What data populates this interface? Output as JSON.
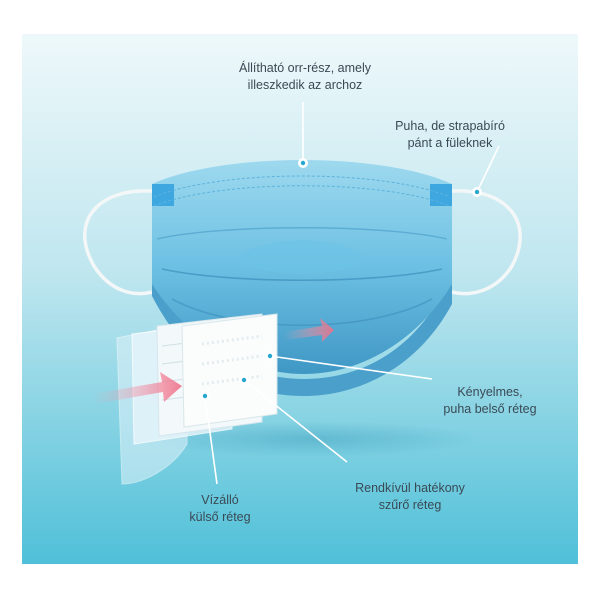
{
  "labels": {
    "nose": {
      "line1": "Állítható orr-rész, amely",
      "line2": "illeszkedik az archoz"
    },
    "strap": {
      "line1": "Puha, de strapabíró",
      "line2": "pánt a füleknek"
    },
    "inner": {
      "line1": "Kényelmes,",
      "line2": "puha belső réteg"
    },
    "filter": {
      "line1": "Rendkívül hatékony",
      "line2": "szűrő réteg"
    },
    "outer": {
      "line1": "Vízálló",
      "line2": "külső réteg"
    }
  },
  "colors": {
    "bg_top": "#e9f6f9",
    "bg_bottom": "#5ec7db",
    "mask_light": "#9fdcef",
    "mask_dark": "#4aa9cf",
    "accent_dot": "#26a7cf",
    "arrow": "#f07f94"
  }
}
